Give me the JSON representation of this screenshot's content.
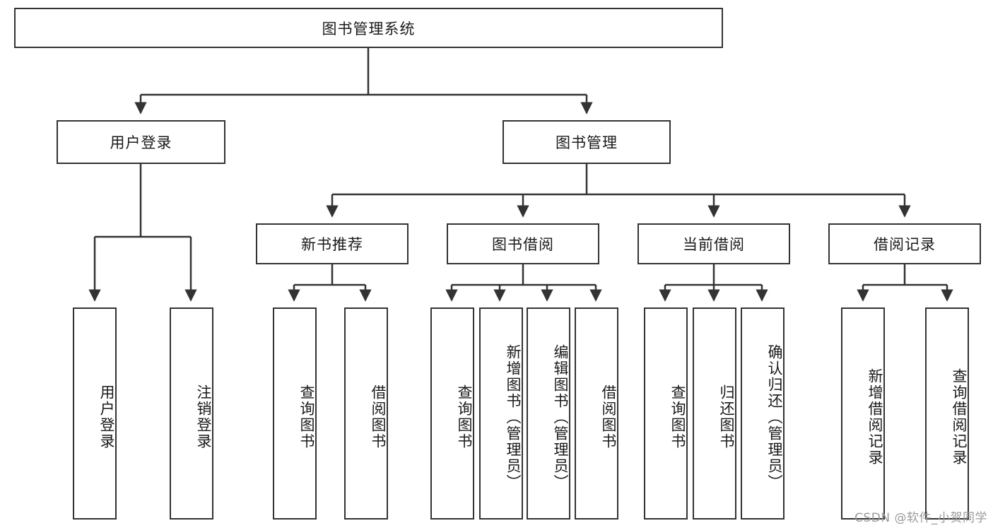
{
  "diagram": {
    "title": "图书管理系统",
    "type": "tree",
    "root": {
      "id": "root",
      "label": "图书管理系统"
    },
    "level2": [
      {
        "id": "user-login",
        "label": "用户登录"
      },
      {
        "id": "book-manage",
        "label": "图书管理"
      }
    ],
    "level3": [
      {
        "id": "new-book-recommend",
        "label": "新书推荐"
      },
      {
        "id": "book-borrow",
        "label": "图书借阅"
      },
      {
        "id": "current-borrow",
        "label": "当前借阅"
      },
      {
        "id": "borrow-record",
        "label": "借阅记录"
      }
    ],
    "leaves": [
      {
        "id": "leaf-user-login",
        "label": "用户登录",
        "parent": "user-login"
      },
      {
        "id": "leaf-logout",
        "label": "注销登录",
        "parent": "user-login"
      },
      {
        "id": "leaf-query-book-1",
        "label": "查询图书",
        "parent": "new-book-recommend"
      },
      {
        "id": "leaf-borrow-book-1",
        "label": "借阅图书",
        "parent": "new-book-recommend"
      },
      {
        "id": "leaf-query-book-2",
        "label": "查询图书",
        "parent": "book-borrow"
      },
      {
        "id": "leaf-add-book",
        "label": "新增图书（管理员）",
        "parent": "book-borrow"
      },
      {
        "id": "leaf-edit-book",
        "label": "编辑图书（管理员）",
        "parent": "book-borrow"
      },
      {
        "id": "leaf-borrow-book-2",
        "label": "借阅图书",
        "parent": "book-borrow"
      },
      {
        "id": "leaf-query-book-3",
        "label": "查询图书",
        "parent": "current-borrow"
      },
      {
        "id": "leaf-return-book",
        "label": "归还图书",
        "parent": "current-borrow"
      },
      {
        "id": "leaf-confirm-return",
        "label": "确认归还（管理员）",
        "parent": "current-borrow"
      },
      {
        "id": "leaf-add-record",
        "label": "新增借阅记录",
        "parent": "borrow-record"
      },
      {
        "id": "leaf-query-record",
        "label": "查询借阅记录",
        "parent": "borrow-record"
      }
    ],
    "colors": {
      "stroke": "#333333",
      "text": "#1a1a1a",
      "background": "#ffffff",
      "watermark": "#9a9a9a"
    }
  },
  "watermark": {
    "text": "CSDN @软件_小贺同学"
  }
}
